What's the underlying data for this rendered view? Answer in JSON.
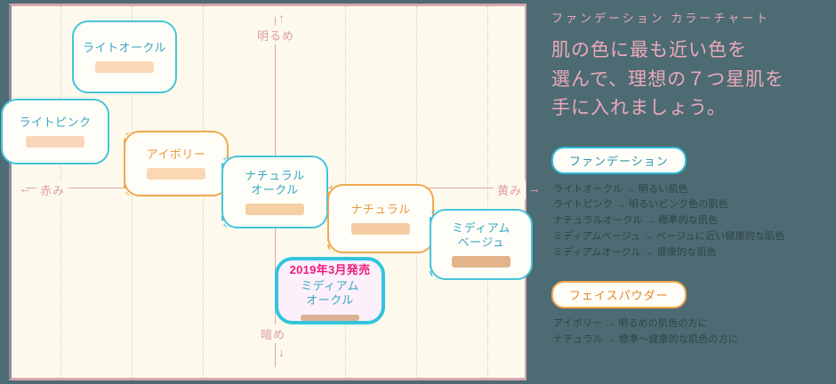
{
  "chart": {
    "axis": {
      "top_label": "明るめ",
      "bottom_label": "暗め",
      "left_label": "赤み",
      "right_label": "黄み",
      "arrow_up": "↑",
      "arrow_down": "↓",
      "arrow_left": "←",
      "arrow_right": "→"
    },
    "cards": [
      {
        "name": "ライトオークル",
        "type": "foundation",
        "swatch": "#fad9b6"
      },
      {
        "name": "ライトピンク",
        "type": "foundation",
        "swatch": "#fad5bb"
      },
      {
        "name": "アイボリー",
        "type": "powder",
        "swatch": "#fbd7b4"
      },
      {
        "name": "ナチュラルオークル",
        "line1": "ナチュラル",
        "line2": "オークル",
        "type": "foundation",
        "swatch": "#f6cfa5"
      },
      {
        "name": "ナチュラル",
        "type": "powder",
        "swatch": "#f6cda2"
      },
      {
        "name": "ミディアムベージュ",
        "line1": "ミディアム",
        "line2": "ベージュ",
        "type": "foundation",
        "swatch": "#e3b489"
      },
      {
        "name": "ミディアムオークル",
        "line1": "ミディアム",
        "line2": "オークル",
        "type": "foundation-new",
        "badge": "2019年3月発売",
        "swatch": "#dcb296"
      }
    ]
  },
  "info": {
    "title": "ファンデーション カラーチャート",
    "lead": "肌の色に最も近い色を選んで、理想の７つ星肌を手に入れましょう。",
    "lead_lines": [
      "肌の色に最も近い色を",
      "選んで、理想の７つ星肌を",
      "手に入れましょう。"
    ],
    "foundation": {
      "badge": "ファンデーション",
      "lines": [
        "ライトオークル → 明るい肌色",
        "ライトピンク → 明るいピンク色の肌色",
        "ナチュラルオークル → 標準的な肌色",
        "ミディアムベージュ → ベージュに近い健康的な肌色",
        "ミディアムオークル → 健康的な肌色"
      ]
    },
    "powder": {
      "badge": "フェイスパウダー",
      "lines": [
        "アイボリー → 明るめの肌色の方に",
        "ナチュラル → 標準〜健康的な肌色の方に"
      ]
    }
  },
  "colors": {
    "panel_bg": "#4d6b72",
    "chart_bg": "#fdfaed",
    "cyan": "#46c3da",
    "orange": "#f0a94f",
    "pink_text": "#eba9bb",
    "magenta": "#ec1c7d"
  }
}
